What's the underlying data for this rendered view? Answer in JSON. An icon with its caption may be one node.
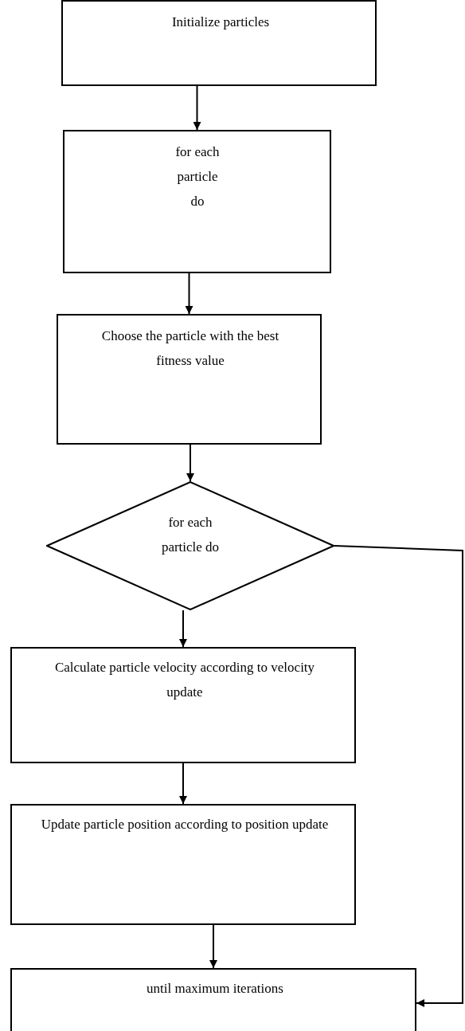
{
  "diagram": {
    "nodes": [
      {
        "text": [
          "Initialize particles"
        ]
      },
      {
        "text": [
          "for each particle do"
        ]
      },
      {
        "text": [
          "Choose the particle with the best fitness value"
        ]
      },
      {
        "text": [
          "for each particle do"
        ]
      },
      {
        "text": [
          "Calculate particle velocity according to velocity update"
        ]
      },
      {
        "text": [
          "Update particle position according to position update"
        ]
      },
      {
        "text": [
          "until maximum iterations"
        ]
      }
    ],
    "edges": [
      {
        "from": 0,
        "to": 1,
        "arrow": "to"
      },
      {
        "from": 1,
        "to": 2,
        "arrow": "to"
      },
      {
        "from": 2,
        "to": 3,
        "arrow": "to"
      },
      {
        "from": 3,
        "to": 4,
        "arrow": "to"
      },
      {
        "from": 4,
        "to": 5,
        "arrow": "to"
      },
      {
        "from": 5,
        "to": 6,
        "arrow": "to"
      },
      {
        "from": 3,
        "to": 6,
        "arrow": "to"
      }
    ]
  }
}
